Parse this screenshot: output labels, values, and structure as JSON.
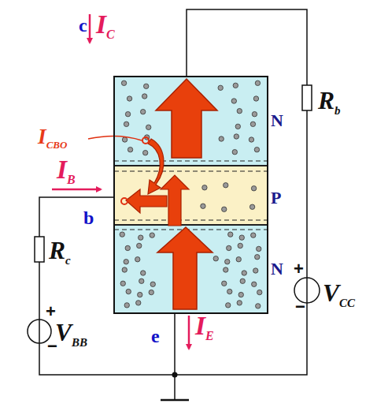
{
  "diagram": {
    "nodes": [
      {
        "text": [
          "N"
        ]
      },
      {
        "text": [
          "P"
        ]
      },
      {
        "text": [
          "N"
        ]
      }
    ],
    "labels": [
      "c",
      "IC",
      "ICBO",
      "IB",
      "b",
      "Rc",
      "+",
      "VBB",
      "−",
      "e",
      "IE",
      "Rb",
      "+",
      "VCC",
      "−"
    ]
  }
}
